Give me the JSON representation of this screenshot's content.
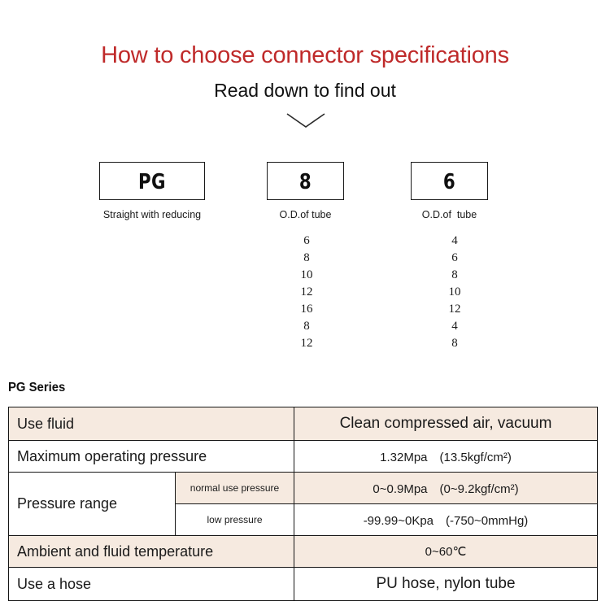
{
  "headings": {
    "title": "How to choose connector specifications",
    "subtitle": "Read down to find out",
    "title_color": "#bf2a2a",
    "chevron_icon": "chevron-down-icon"
  },
  "selector": {
    "boxes": [
      {
        "code": "PG",
        "caption": "Straight with reducing"
      },
      {
        "code": "8",
        "caption": "O.D.of tube"
      },
      {
        "code": "6",
        "caption": "O.D.of  tube"
      }
    ],
    "columns": [
      {
        "name": "od-of-tube-first",
        "values": [
          "6",
          "8",
          "10",
          "12",
          "16",
          "8",
          "12"
        ]
      },
      {
        "name": "od-of-tube-second",
        "values": [
          "4",
          "6",
          "8",
          "10",
          "12",
          "4",
          "8"
        ]
      }
    ]
  },
  "spec": {
    "series_heading": "PG Series",
    "table_bg_beige": "#f6eae0",
    "rows": [
      {
        "label": "Use fluid",
        "value": "Clean compressed air, vacuum",
        "shade": "beige"
      },
      {
        "label": "Maximum operating pressure",
        "value": "1.32Mpa　(13.5kgf/cm²)",
        "shade": "white"
      },
      {
        "label": "Pressure range",
        "sublabel": "normal use pressure",
        "value": "0~0.9Mpa　(0~9.2kgf/cm²)",
        "shade": "beige"
      },
      {
        "sublabel": "low pressure",
        "value": "-99.99~0Kpa　(-750~0mmHg)",
        "shade": "white"
      },
      {
        "label": "Ambient and fluid temperature",
        "value": "0~60℃",
        "shade": "beige"
      },
      {
        "label": "Use a hose",
        "value": "PU hose, nylon tube",
        "shade": "white"
      }
    ]
  }
}
